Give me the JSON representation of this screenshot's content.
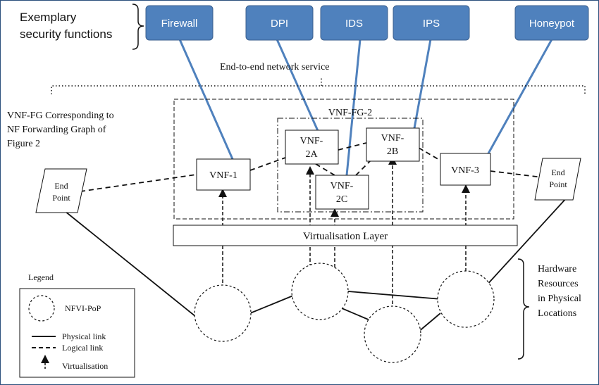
{
  "security_label": {
    "line1": "Exemplary",
    "line2": "security functions"
  },
  "security_functions": [
    "Firewall",
    "DPI",
    "IDS",
    "IPS",
    "Honeypot"
  ],
  "end_to_end_label": "End-to-end network service",
  "vnf_fg_label": {
    "line1": "VNF-FG Corresponding to",
    "line2": "NF Forwarding Graph of",
    "line3": "Figure 2"
  },
  "vnf_fg_2_label": "VNF-FG-2",
  "vnfs": {
    "vnf1": "VNF-1",
    "vnf2a": {
      "line1": "VNF-",
      "line2": "2A"
    },
    "vnf2b": {
      "line1": "VNF-",
      "line2": "2B"
    },
    "vnf2c": {
      "line1": "VNF-",
      "line2": "2C"
    },
    "vnf3": "VNF-3"
  },
  "end_point_left": {
    "line1": "End",
    "line2": "Point"
  },
  "end_point_right": {
    "line1": "End",
    "line2": "Point"
  },
  "virtualisation_layer": "Virtualisation Layer",
  "hardware_label": {
    "line1": "Hardware",
    "line2": "Resources",
    "line3": "in Physical",
    "line4": "Locations"
  },
  "legend": {
    "title": "Legend",
    "nfvi": "NFVI-PoP",
    "physical": "Physical link",
    "logical": "Logical link",
    "virtualisation": "Virtualisation"
  },
  "colors": {
    "function_box": "#4f81bd",
    "function_border": "#3b5f8d",
    "link_blue": "#4f81bd",
    "frame": "#2b4f7c"
  }
}
